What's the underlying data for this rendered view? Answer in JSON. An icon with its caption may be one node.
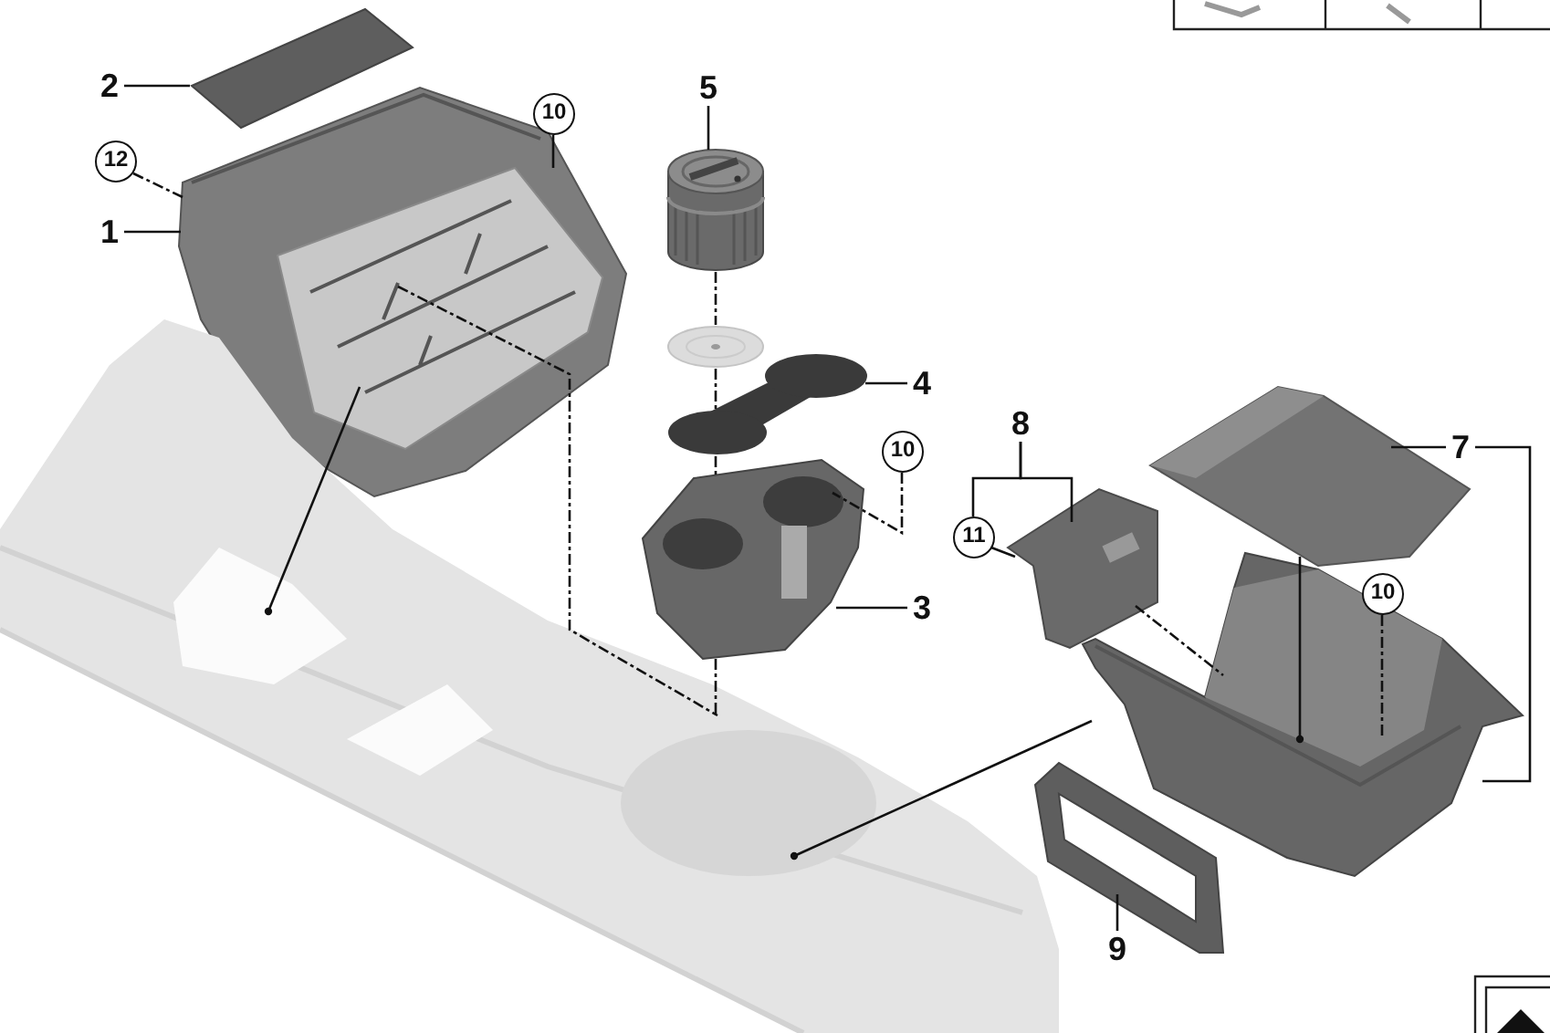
{
  "diagram": {
    "nodes": [
      {
        "text": [
          "2"
        ]
      },
      {
        "text": [],
        "shape": "picture"
      },
      {
        "text": [
          "10"
        ]
      },
      {
        "text": [
          "5"
        ]
      },
      {
        "text": [
          "12"
        ]
      },
      {
        "text": [],
        "shape": "picture"
      },
      {
        "text": [
          "1"
        ]
      },
      {
        "text": [],
        "shape": "picture"
      },
      {
        "text": [],
        "shape": "picture"
      },
      {
        "text": [
          "4"
        ]
      },
      {
        "text": [],
        "shape": "picture"
      },
      {
        "text": [],
        "shape": "picture"
      },
      {
        "text": [
          "8"
        ]
      },
      {
        "text": [
          "7"
        ]
      },
      {
        "text": [
          "10"
        ]
      },
      {
        "text": [
          "11"
        ]
      },
      {
        "text": [],
        "shape": "picture"
      },
      {
        "text": [],
        "shape": "picture"
      },
      {
        "text": [
          "10"
        ]
      },
      {
        "text": [
          "3"
        ]
      },
      {
        "text": [],
        "shape": "picture"
      },
      {
        "text": [],
        "shape": "picture"
      },
      {
        "text": [],
        "shape": "picture"
      },
      {
        "text": [
          "9"
        ]
      }
    ],
    "edges": [
      {
        "from": 0,
        "to": 1,
        "arrow": "none"
      },
      {
        "from": 4,
        "to": 5,
        "arrow": "none",
        "style": "dashed"
      },
      {
        "from": 6,
        "to": 5,
        "arrow": "none"
      },
      {
        "from": 2,
        "to": 5,
        "arrow": "none"
      },
      {
        "from": 3,
        "to": 7,
        "arrow": "none"
      },
      {
        "from": 7,
        "to": 8,
        "arrow": "none",
        "style": "dashed"
      },
      {
        "from": 8,
        "to": 10,
        "arrow": "none",
        "style": "dashed"
      },
      {
        "from": 9,
        "to": 10,
        "arrow": "none"
      },
      {
        "from": 10,
        "to": 17,
        "arrow": "none",
        "style": "dashed"
      },
      {
        "from": 17,
        "to": 21,
        "arrow": "none",
        "style": "dashed"
      },
      {
        "from": 5,
        "to": 21,
        "arrow": "none",
        "style": "dashed"
      },
      {
        "from": 5,
        "to": 21,
        "arrow": "other"
      },
      {
        "from": 14,
        "to": 17,
        "arrow": "none",
        "style": "dashed"
      },
      {
        "from": 19,
        "to": 17,
        "arrow": "none"
      },
      {
        "from": 12,
        "to": 15,
        "arrow": "none"
      },
      {
        "from": 12,
        "to": 16,
        "arrow": "none"
      },
      {
        "from": 15,
        "to": 16,
        "arrow": "none"
      },
      {
        "from": 13,
        "to": 11,
        "arrow": "none"
      },
      {
        "from": 13,
        "to": 20,
        "arrow": "none"
      },
      {
        "from": 18,
        "to": 20,
        "arrow": "none",
        "style": "dashed"
      },
      {
        "from": 11,
        "to": 20,
        "arrow": "other"
      },
      {
        "from": 16,
        "to": 20,
        "arrow": "none",
        "style": "dashed"
      },
      {
        "from": 20,
        "to": 21,
        "arrow": "other"
      },
      {
        "from": 23,
        "to": 22,
        "arrow": "none"
      }
    ]
  }
}
